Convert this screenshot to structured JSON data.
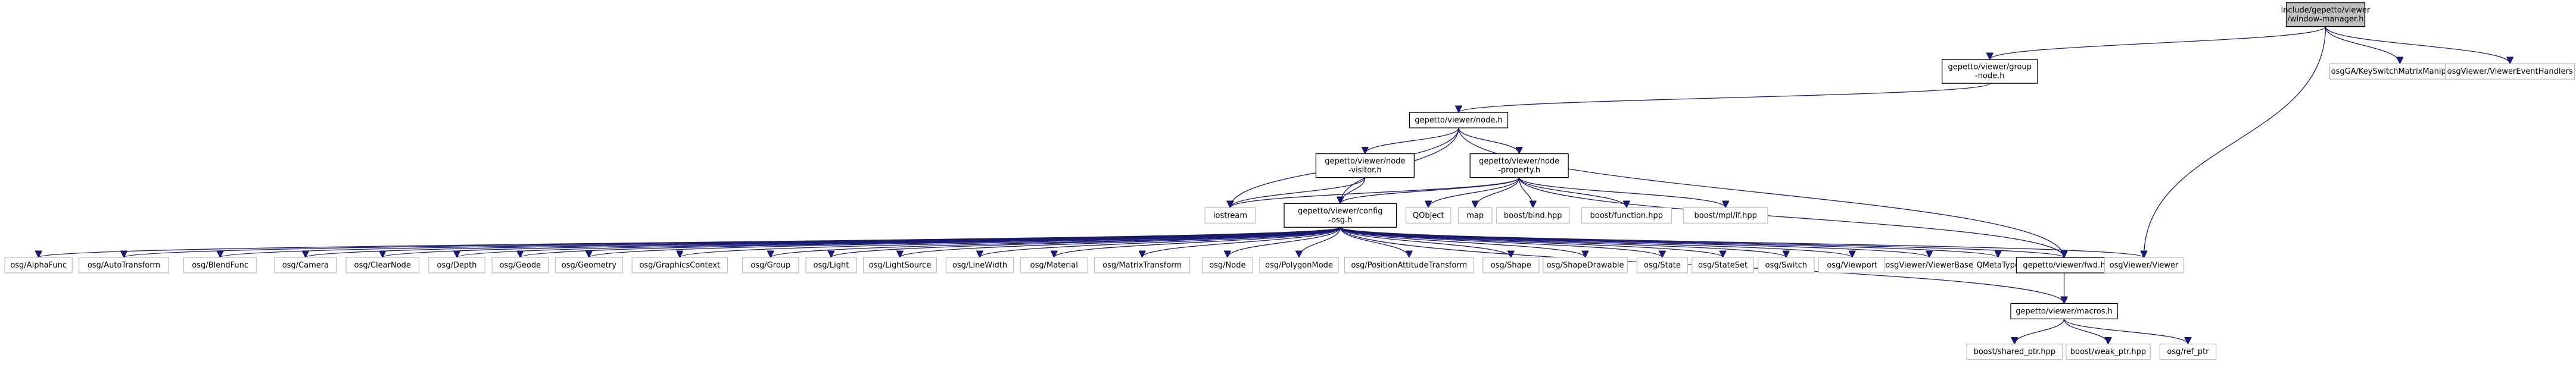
{
  "graph": {
    "nodes": [
      {
        "id": "root",
        "lines": [
          "include/gepetto/viewer",
          "/window-manager.h"
        ],
        "kind": "root"
      },
      {
        "id": "group_node",
        "lines": [
          "gepetto/viewer/group",
          "-node.h"
        ],
        "kind": "file"
      },
      {
        "id": "keyswitch",
        "lines": [
          "osgGA/KeySwitchMatrixManipulator"
        ],
        "kind": "leaf"
      },
      {
        "id": "eventhandlers",
        "lines": [
          "osgViewer/ViewerEventHandlers"
        ],
        "kind": "leaf"
      },
      {
        "id": "node_h",
        "lines": [
          "gepetto/viewer/node.h"
        ],
        "kind": "file"
      },
      {
        "id": "node_visitor",
        "lines": [
          "gepetto/viewer/node",
          "-visitor.h"
        ],
        "kind": "file"
      },
      {
        "id": "node_property",
        "lines": [
          "gepetto/viewer/node",
          "-property.h"
        ],
        "kind": "file"
      },
      {
        "id": "iostream",
        "lines": [
          "iostream"
        ],
        "kind": "leaf"
      },
      {
        "id": "config_osg",
        "lines": [
          "gepetto/viewer/config",
          "-osg.h"
        ],
        "kind": "file"
      },
      {
        "id": "qobject",
        "lines": [
          "QObject"
        ],
        "kind": "leaf"
      },
      {
        "id": "map",
        "lines": [
          "map"
        ],
        "kind": "leaf"
      },
      {
        "id": "boost_bind",
        "lines": [
          "boost/bind.hpp"
        ],
        "kind": "leaf"
      },
      {
        "id": "boost_function",
        "lines": [
          "boost/function.hpp"
        ],
        "kind": "leaf"
      },
      {
        "id": "boost_mpl",
        "lines": [
          "boost/mpl/if.hpp"
        ],
        "kind": "leaf"
      },
      {
        "id": "osg_alphafunc",
        "lines": [
          "osg/AlphaFunc"
        ],
        "kind": "leaf"
      },
      {
        "id": "osg_autotransform",
        "lines": [
          "osg/AutoTransform"
        ],
        "kind": "leaf"
      },
      {
        "id": "osg_blendfunc",
        "lines": [
          "osg/BlendFunc"
        ],
        "kind": "leaf"
      },
      {
        "id": "osg_camera",
        "lines": [
          "osg/Camera"
        ],
        "kind": "leaf"
      },
      {
        "id": "osg_clearnode",
        "lines": [
          "osg/ClearNode"
        ],
        "kind": "leaf"
      },
      {
        "id": "osg_depth",
        "lines": [
          "osg/Depth"
        ],
        "kind": "leaf"
      },
      {
        "id": "osg_geode",
        "lines": [
          "osg/Geode"
        ],
        "kind": "leaf"
      },
      {
        "id": "osg_geometry",
        "lines": [
          "osg/Geometry"
        ],
        "kind": "leaf"
      },
      {
        "id": "osg_graphicscontext",
        "lines": [
          "osg/GraphicsContext"
        ],
        "kind": "leaf"
      },
      {
        "id": "osg_group",
        "lines": [
          "osg/Group"
        ],
        "kind": "leaf"
      },
      {
        "id": "osg_light",
        "lines": [
          "osg/Light"
        ],
        "kind": "leaf"
      },
      {
        "id": "osg_lightsource",
        "lines": [
          "osg/LightSource"
        ],
        "kind": "leaf"
      },
      {
        "id": "osg_linewidth",
        "lines": [
          "osg/LineWidth"
        ],
        "kind": "leaf"
      },
      {
        "id": "osg_material",
        "lines": [
          "osg/Material"
        ],
        "kind": "leaf"
      },
      {
        "id": "osg_matrixtransform",
        "lines": [
          "osg/MatrixTransform"
        ],
        "kind": "leaf"
      },
      {
        "id": "osg_node",
        "lines": [
          "osg/Node"
        ],
        "kind": "leaf"
      },
      {
        "id": "osg_polygonmode",
        "lines": [
          "osg/PolygonMode"
        ],
        "kind": "leaf"
      },
      {
        "id": "osg_pat",
        "lines": [
          "osg/PositionAttitudeTransform"
        ],
        "kind": "leaf"
      },
      {
        "id": "osg_shape",
        "lines": [
          "osg/Shape"
        ],
        "kind": "leaf"
      },
      {
        "id": "osg_shapedrawable",
        "lines": [
          "osg/ShapeDrawable"
        ],
        "kind": "leaf"
      },
      {
        "id": "osg_state",
        "lines": [
          "osg/State"
        ],
        "kind": "leaf"
      },
      {
        "id": "osg_stateset",
        "lines": [
          "osg/StateSet"
        ],
        "kind": "leaf"
      },
      {
        "id": "osg_switch",
        "lines": [
          "osg/Switch"
        ],
        "kind": "leaf"
      },
      {
        "id": "osg_viewport",
        "lines": [
          "osg/Viewport"
        ],
        "kind": "leaf"
      },
      {
        "id": "osgviewer_viewerbase",
        "lines": [
          "osgViewer/ViewerBase"
        ],
        "kind": "leaf"
      },
      {
        "id": "qmetatype",
        "lines": [
          "QMetaType"
        ],
        "kind": "leaf"
      },
      {
        "id": "fwd_h",
        "lines": [
          "gepetto/viewer/fwd.h"
        ],
        "kind": "file"
      },
      {
        "id": "osgviewer_viewer",
        "lines": [
          "osgViewer/Viewer"
        ],
        "kind": "leaf"
      },
      {
        "id": "macros_h",
        "lines": [
          "gepetto/viewer/macros.h"
        ],
        "kind": "file"
      },
      {
        "id": "boost_shared_ptr",
        "lines": [
          "boost/shared_ptr.hpp"
        ],
        "kind": "leaf"
      },
      {
        "id": "boost_weak_ptr",
        "lines": [
          "boost/weak_ptr.hpp"
        ],
        "kind": "leaf"
      },
      {
        "id": "osg_ref_ptr",
        "lines": [
          "osg/ref_ptr"
        ],
        "kind": "leaf"
      }
    ],
    "edges": [
      [
        "root",
        "group_node"
      ],
      [
        "root",
        "keyswitch"
      ],
      [
        "root",
        "eventhandlers"
      ],
      [
        "root",
        "osgviewer_viewer"
      ],
      [
        "group_node",
        "node_h"
      ],
      [
        "node_h",
        "iostream"
      ],
      [
        "node_h",
        "node_visitor"
      ],
      [
        "node_h",
        "node_property"
      ],
      [
        "node_h",
        "config_osg"
      ],
      [
        "node_h",
        "fwd_h"
      ],
      [
        "node_visitor",
        "iostream"
      ],
      [
        "node_visitor",
        "config_osg"
      ],
      [
        "node_property",
        "iostream"
      ],
      [
        "node_property",
        "config_osg"
      ],
      [
        "node_property",
        "qobject"
      ],
      [
        "node_property",
        "map"
      ],
      [
        "node_property",
        "boost_bind"
      ],
      [
        "node_property",
        "boost_function"
      ],
      [
        "node_property",
        "boost_mpl"
      ],
      [
        "node_property",
        "fwd_h"
      ],
      [
        "config_osg",
        "osg_alphafunc"
      ],
      [
        "config_osg",
        "osg_autotransform"
      ],
      [
        "config_osg",
        "osg_blendfunc"
      ],
      [
        "config_osg",
        "osg_camera"
      ],
      [
        "config_osg",
        "osg_clearnode"
      ],
      [
        "config_osg",
        "osg_depth"
      ],
      [
        "config_osg",
        "osg_geode"
      ],
      [
        "config_osg",
        "osg_geometry"
      ],
      [
        "config_osg",
        "osg_graphicscontext"
      ],
      [
        "config_osg",
        "osg_group"
      ],
      [
        "config_osg",
        "osg_light"
      ],
      [
        "config_osg",
        "osg_lightsource"
      ],
      [
        "config_osg",
        "osg_linewidth"
      ],
      [
        "config_osg",
        "osg_material"
      ],
      [
        "config_osg",
        "osg_matrixtransform"
      ],
      [
        "config_osg",
        "osg_node"
      ],
      [
        "config_osg",
        "osg_polygonmode"
      ],
      [
        "config_osg",
        "osg_pat"
      ],
      [
        "config_osg",
        "osg_shape"
      ],
      [
        "config_osg",
        "osg_shapedrawable"
      ],
      [
        "config_osg",
        "osg_state"
      ],
      [
        "config_osg",
        "osg_stateset"
      ],
      [
        "config_osg",
        "osg_switch"
      ],
      [
        "config_osg",
        "osg_viewport"
      ],
      [
        "config_osg",
        "osgviewer_viewerbase"
      ],
      [
        "config_osg",
        "qmetatype"
      ],
      [
        "config_osg",
        "fwd_h"
      ],
      [
        "config_osg",
        "osgviewer_viewer"
      ],
      [
        "config_osg",
        "macros_h"
      ],
      [
        "fwd_h",
        "macros_h"
      ],
      [
        "macros_h",
        "boost_shared_ptr"
      ],
      [
        "macros_h",
        "boost_weak_ptr"
      ],
      [
        "macros_h",
        "osg_ref_ptr"
      ]
    ]
  }
}
